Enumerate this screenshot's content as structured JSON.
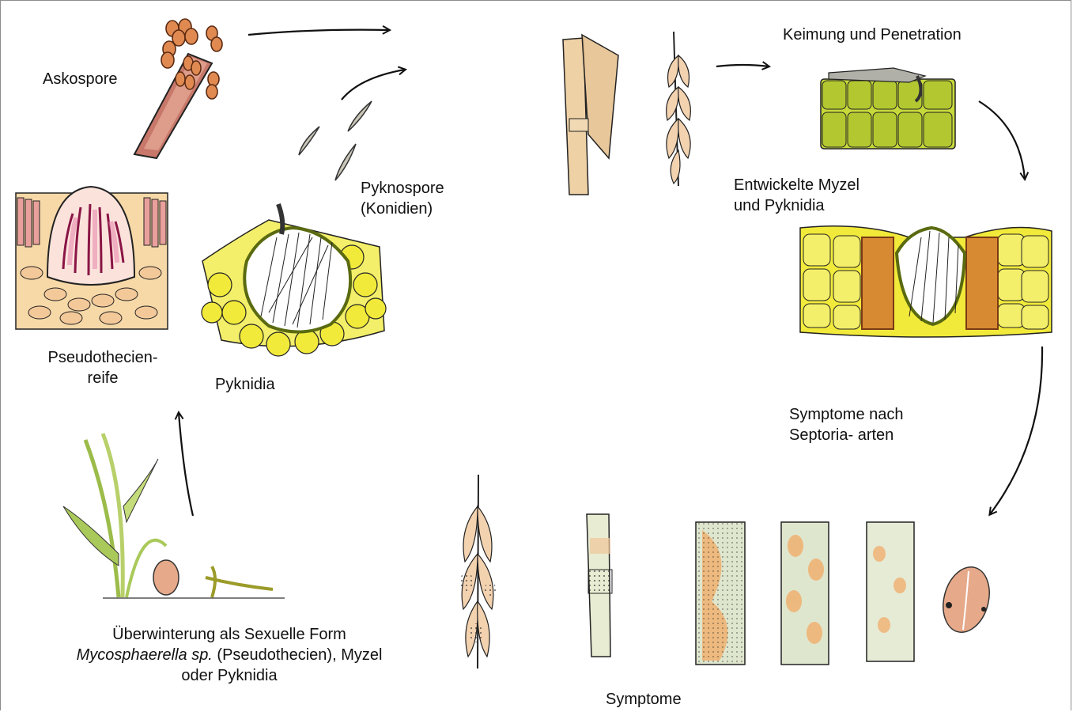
{
  "labels": {
    "askospore": "Askospore",
    "pyknospore_1": "Pyknospore",
    "pyknospore_2": "(Konidien)",
    "pseudothecien_1": "Pseudothecien-",
    "pseudothecien_2": "reife",
    "pyknidia": "Pyknidia",
    "keimung": "Keimung und Penetration",
    "myzel_1": "Entwickelte Myzel",
    "myzel_2": "und Pyknidia",
    "symptome_nach_1": "Symptome nach",
    "symptome_nach_2": "Septoria- arten",
    "ueberwinterung_1": "Überwinterung als Sexuelle Form",
    "ueberwinterung_2a": "Mycosphaerella sp.",
    "ueberwinterung_2b": " (Pseudothecien), Myzel",
    "ueberwinterung_3": "oder Pyknidia",
    "symptome": "Symptome"
  },
  "colors": {
    "spore_orange": "#e08a52",
    "ascus_pink": "#d9a38f",
    "cell_yellow": "#f2ea3a",
    "cell_green": "#b8cc3a",
    "fungus_brown": "#7a3a14",
    "pink_tissue": "#e98bb0",
    "leaf_green": "#a9c95a",
    "straw": "#efd1a6"
  }
}
